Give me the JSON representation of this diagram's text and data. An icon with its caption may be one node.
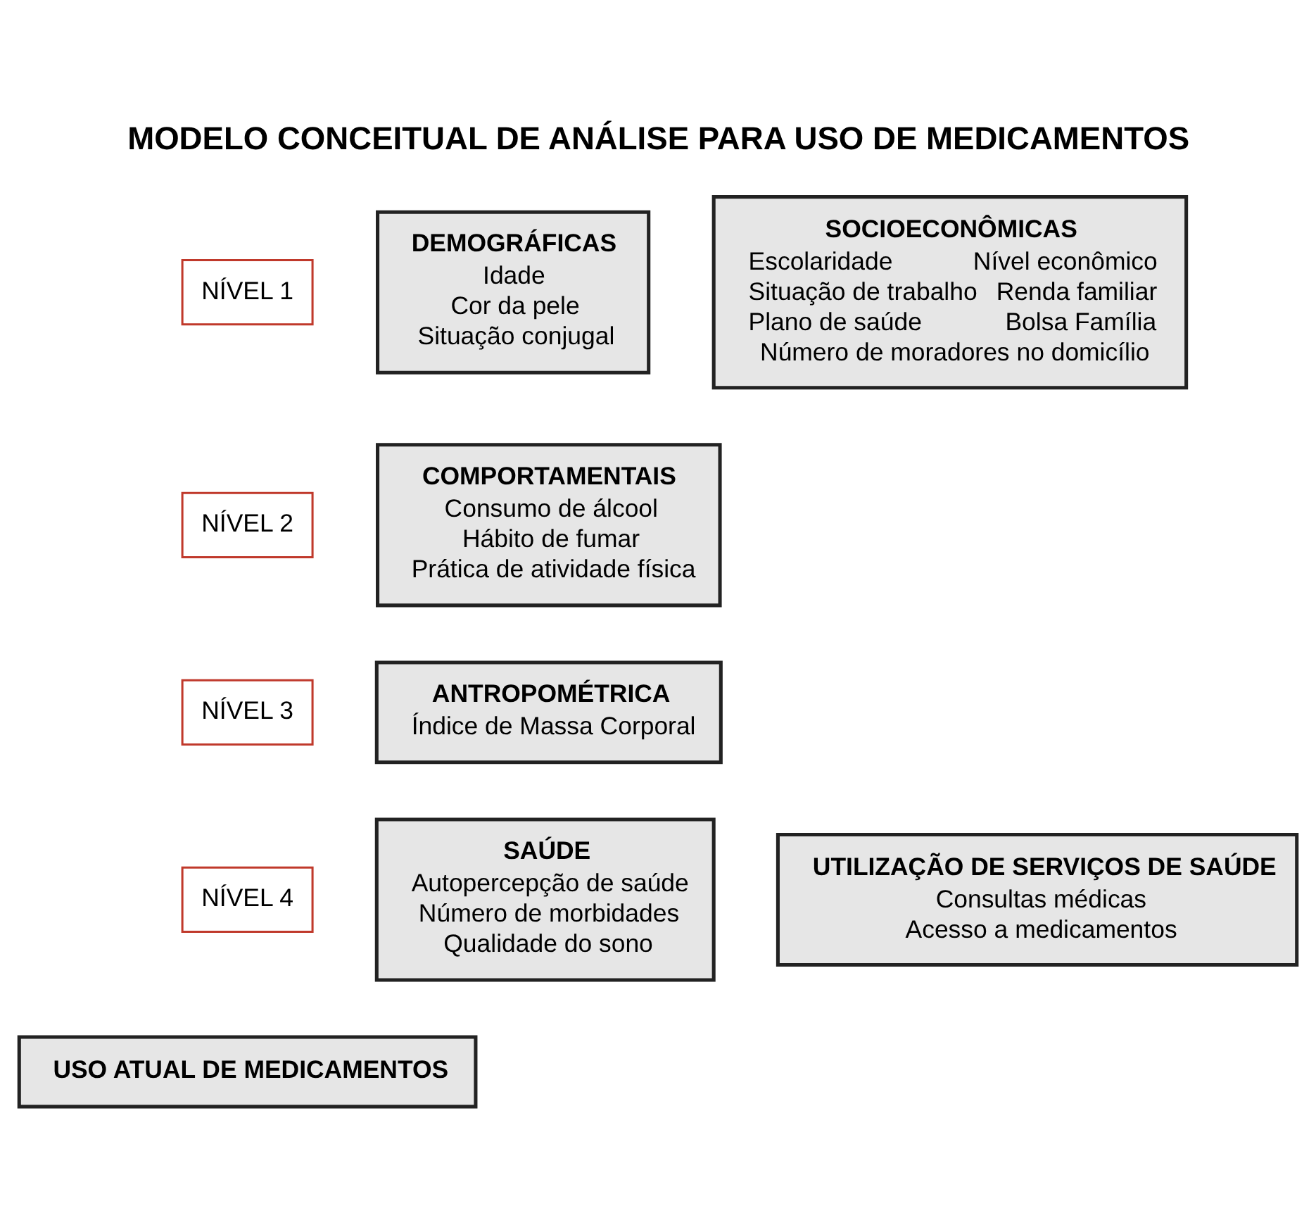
{
  "diagram": {
    "title": "MODELO CONCEITUAL DE ANÁLISE PARA USO DE MEDICAMENTOS",
    "nodes": [
      {
        "text": [
          "NÍVEL 1"
        ]
      },
      {
        "text": [
          "DEMOGRÁFICAS",
          "Idade",
          "Cor da pele",
          "Situação conjugal"
        ]
      },
      {
        "text": [
          "SOCIOECONÔMICAS",
          "Escolaridade",
          "Nível econômico",
          "Situação de trabalho",
          "Renda familiar",
          "Plano de saúde",
          "Bolsa Família",
          "Número de moradores no domicílio"
        ]
      },
      {
        "text": [
          "NÍVEL 2"
        ]
      },
      {
        "text": [
          "COMPORTAMENTAIS",
          "Consumo de álcool",
          "Hábito de fumar",
          "Prática de atividade física"
        ]
      },
      {
        "text": [
          "NÍVEL 3"
        ]
      },
      {
        "text": [
          "ANTROPOMÉTRICA",
          "Índice de Massa Corporal"
        ]
      },
      {
        "text": [
          "NÍVEL 4"
        ]
      },
      {
        "text": [
          "SAÚDE",
          "Autopercepção de saúde",
          "Número de morbidades",
          "Qualidade do sono"
        ]
      },
      {
        "text": [
          "UTILIZAÇÃO DE SERVIÇOS DE SAÚDE",
          "Consultas médicas",
          "Acesso a medicamentos"
        ]
      },
      {
        "text": [
          "USO ATUAL DE MEDICAMENTOS"
        ]
      }
    ],
    "edges": []
  }
}
